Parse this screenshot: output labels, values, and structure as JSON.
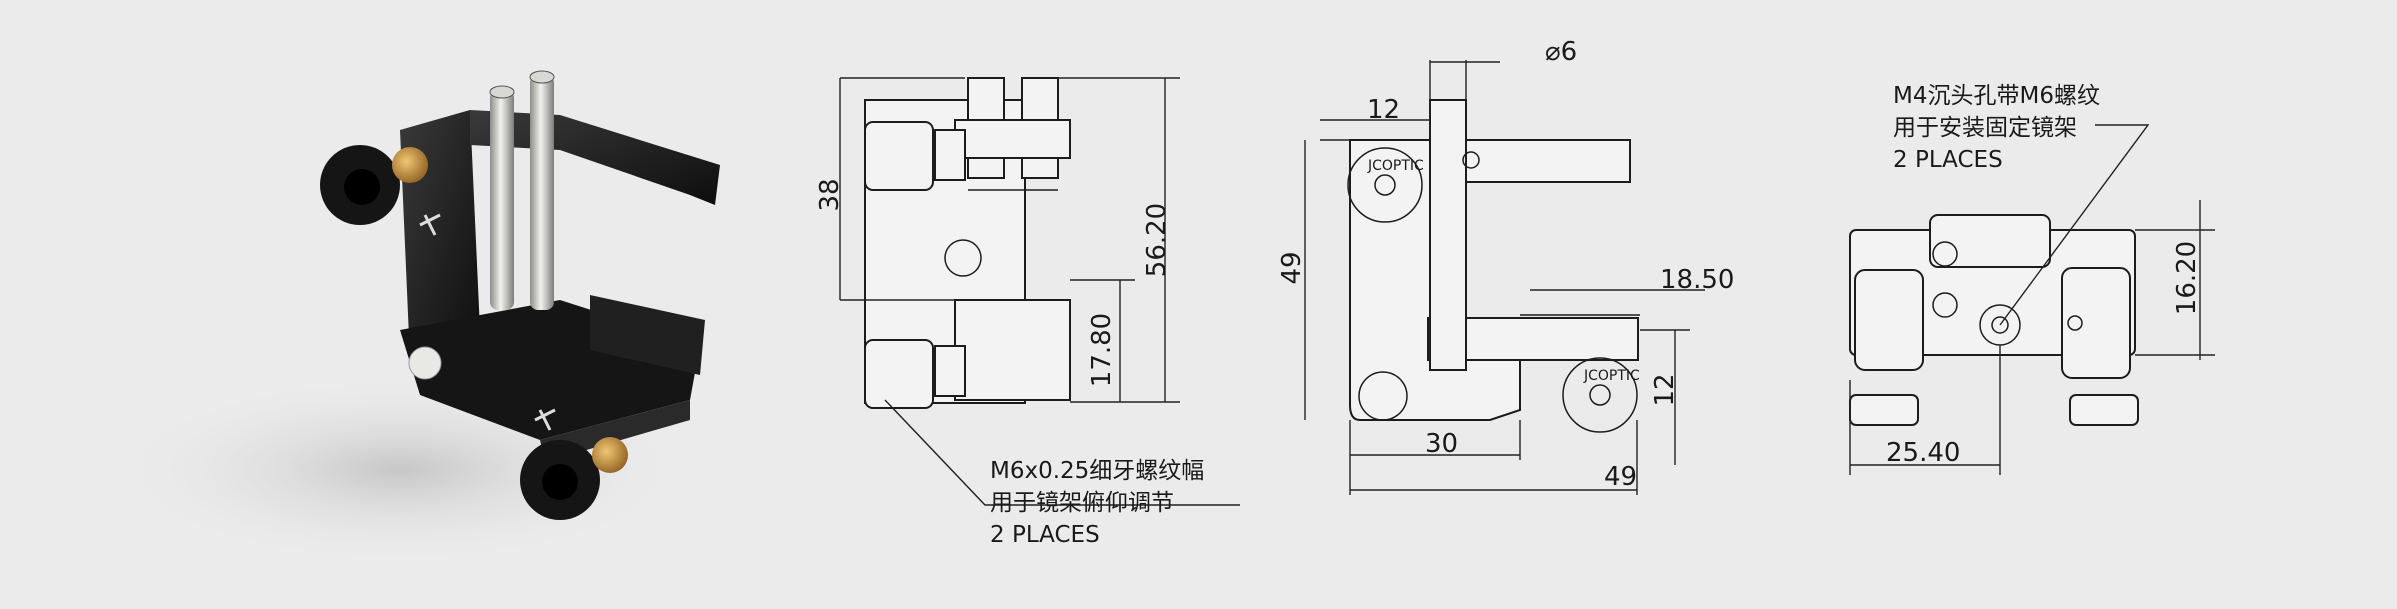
{
  "figure": {
    "dimensions": {
      "side_height_38": "38",
      "side_height_56_20": "56.20",
      "side_height_17_80": "17.80",
      "front_dia_6": "⌀6",
      "front_width_12": "12",
      "front_height_49": "49",
      "front_18_50": "18.50",
      "front_12_right": "12",
      "front_30": "30",
      "front_49_bottom": "49",
      "top_16_20": "16.20",
      "top_25_40": "25.40"
    },
    "notes": {
      "adjuster": [
        "M6x0.25细牙螺纹幅",
        "用于镜架俯仰调节",
        "2 PLACES"
      ],
      "mount_hole": [
        "M4沉头孔带M6螺纹",
        "用于安装固定镜架",
        "2 PLACES"
      ]
    },
    "logo_text": "JCOPTIC"
  },
  "colors": {
    "background": "#ebebeb",
    "line": "#1c1c1c",
    "anodized_black": "#1b1b1b",
    "brass": "#b8863a",
    "steel": "#c9c9c4"
  }
}
